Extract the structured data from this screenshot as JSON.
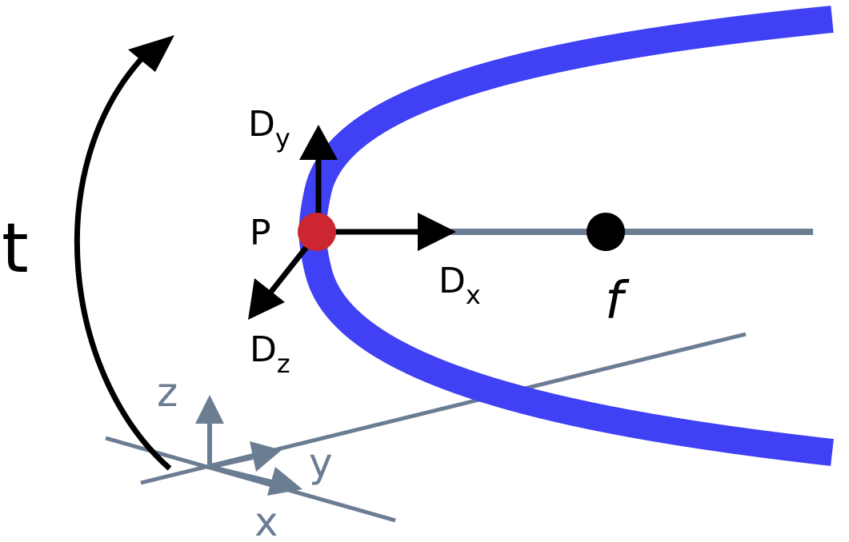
{
  "labels": {
    "time": "t",
    "point": "P",
    "dir_x_main": "D",
    "dir_x_sub": "x",
    "dir_y_main": "D",
    "dir_y_sub": "y",
    "dir_z_main": "D",
    "dir_z_sub": "z",
    "focus": "f",
    "axis_x": "x",
    "axis_y": "y",
    "axis_z": "z"
  },
  "colors": {
    "parabola": "#4040f5",
    "point": "#cc2630",
    "arrows": "#000000",
    "axis_line": "#6b7d92",
    "focus": "#000000",
    "text": "#000000",
    "axes_text": "#6b7d92"
  }
}
